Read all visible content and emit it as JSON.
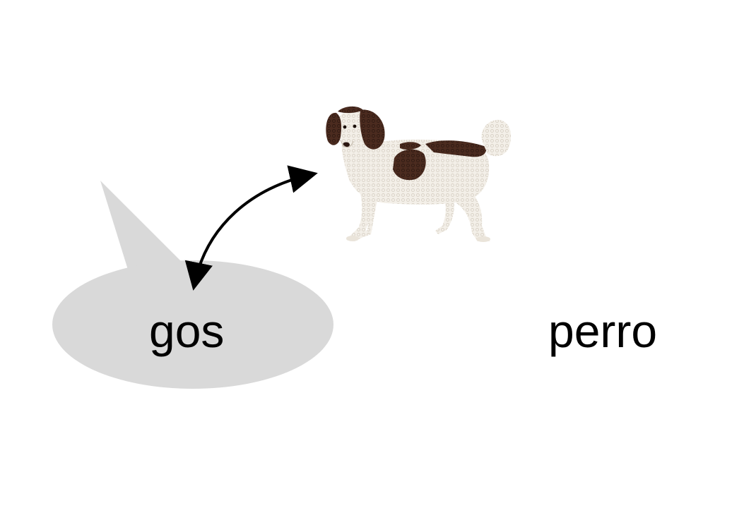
{
  "speech_bubble": {
    "word": "gos",
    "fill_color": "#d9d9d9"
  },
  "translation": {
    "word": "perro"
  },
  "picture": {
    "subject": "dog-illustration",
    "coat_colors": [
      "#f4f1ec",
      "#4a2a1d"
    ]
  },
  "connector": {
    "type": "double-headed-curved-arrow",
    "color": "#000000"
  }
}
